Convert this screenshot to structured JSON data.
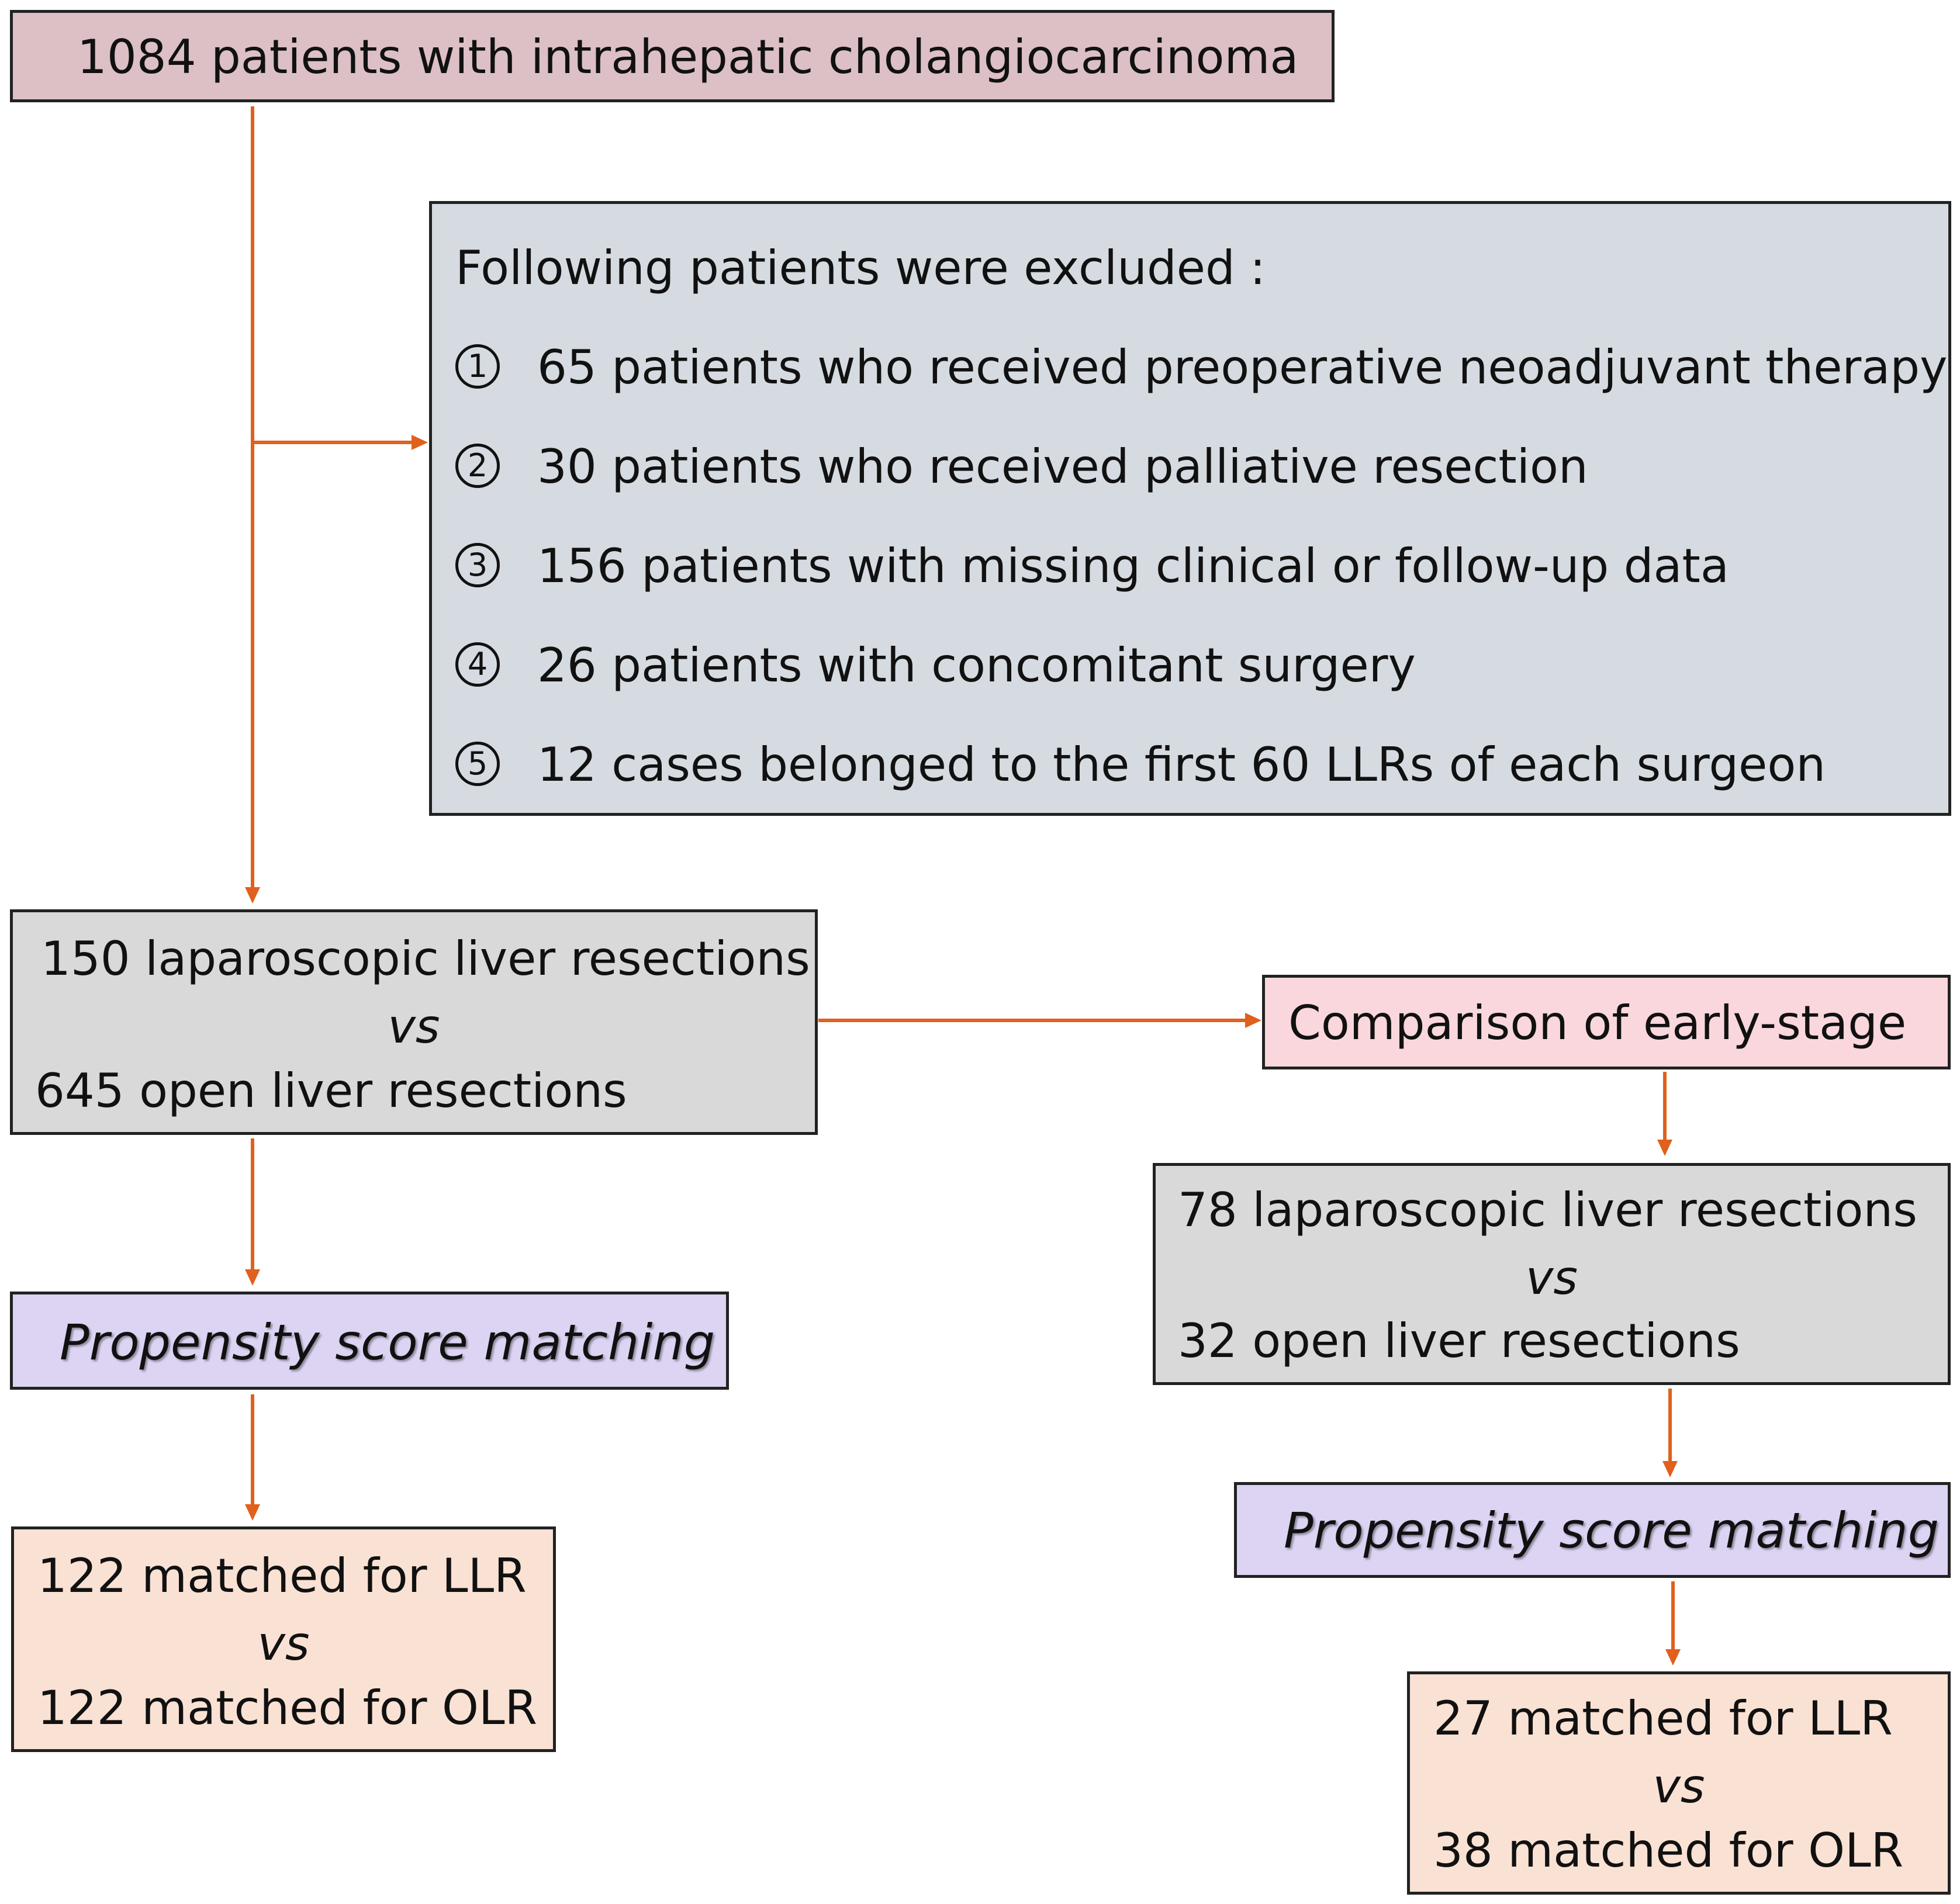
{
  "colors": {
    "arrow": "#e0601c",
    "top_box": "#dcc0c6",
    "exclusion_box": "#d5dbe0",
    "cohort_box": "#d9d9d9",
    "psm_box": "#ddd3f3",
    "result_box": "#f9e1d4",
    "early_box": "#f9d7dc"
  },
  "top": {
    "label": "1084  patients with intrahepatic cholangiocarcinoma"
  },
  "exclusion": {
    "heading": "Following patients were excluded :",
    "items": [
      {
        "num": "1",
        "text": "65 patients who received preoperative neoadjuvant therapy"
      },
      {
        "num": "2",
        "text": "30 patients who received palliative resection"
      },
      {
        "num": "3",
        "text": "156 patients with missing clinical or follow-up data"
      },
      {
        "num": "4",
        "text": "26 patients  with concomitant surgery"
      },
      {
        "num": "5",
        "text": "12 cases belonged to the first 60 LLRs of each surgeon"
      }
    ]
  },
  "overall": {
    "line1": "150 laparoscopic liver resections",
    "vs": "vs",
    "line2": "645 open liver resections",
    "psm": "Propensity score matching",
    "result1": "122 matched for LLR",
    "result_vs": "vs",
    "result2": "122 matched for OLR"
  },
  "early": {
    "title": "Comparison of early-stage",
    "line1": "78 laparoscopic liver resections",
    "vs": "vs",
    "line2": "32 open liver resections",
    "psm": "Propensity score matching",
    "result1": "27 matched for LLR",
    "result_vs": "vs",
    "result2": "38 matched for OLR"
  }
}
